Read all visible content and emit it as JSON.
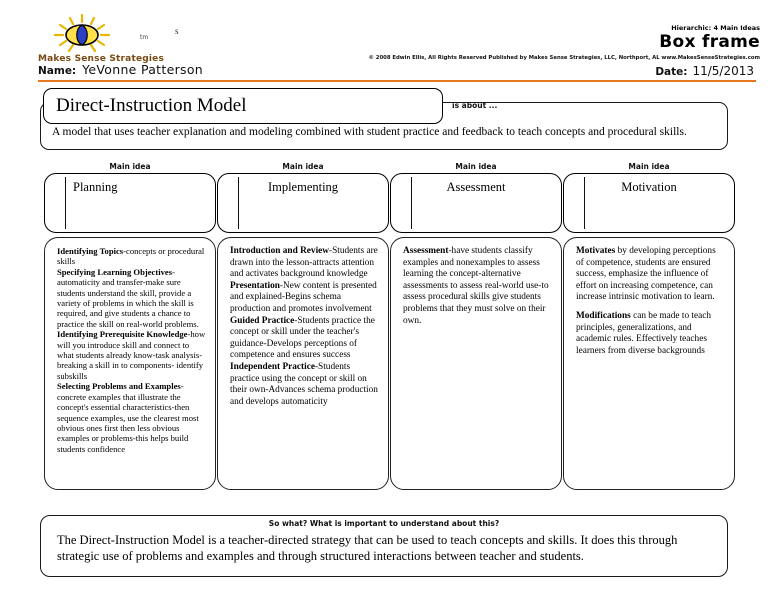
{
  "header": {
    "logo_name": "Makes Sense Strategies",
    "logo_tm": "tm",
    "logo_superscript": "s",
    "name_label": "Name:",
    "name_value": "YeVonne Patterson",
    "hierarchy_note": "Hierarchic: 4 Main Ideas",
    "frame_title": "Box frame",
    "copyright": "© 2008 Edwin Ellis, All Rights Reserved   Published by Makes Sense Strategies, LLC, Northport, AL   www.MakesSenseStrategies.com",
    "date_label": "Date:",
    "date_value": "11/5/2013",
    "rule_color": "#E87722"
  },
  "topic": {
    "title": "Direct-Instruction Model",
    "is_about_label": "is about ...",
    "is_about_text": "A model that uses teacher explanation and modeling combined with student practice and feedback to teach concepts and procedural skills."
  },
  "columns": [
    {
      "main_idea_label": "Main idea",
      "title": "Planning",
      "details": [
        {
          "heading": "Identifying Topics",
          "text": "-concepts or procedural skills"
        },
        {
          "heading": "Specifying Learning Objectives",
          "text": "-automaticity and transfer-make sure students understand the skill, provide a variety of problems in which the skill is required, and give students a chance to practice the skill on real-world problems."
        },
        {
          "heading": "Identifying Prerequisite Knowledge",
          "text": "-how will you introduce skill and connect to what students already know-task analysis-breaking a skill in to components- identify subskills"
        },
        {
          "heading": "Selecting Problems and Examples",
          "text": "-concrete examples that illustrate the concept's essential characteristics-then sequence examples, use the clearest most obvious ones first then less obvious examples or problems-this helps build students confidence"
        }
      ]
    },
    {
      "main_idea_label": "Main idea",
      "title": "Implementing",
      "details": [
        {
          "heading": "Introduction and Review",
          "text": "-Students are drawn into the lesson-attracts attention and activates background knowledge"
        },
        {
          "heading": "Presentation",
          "text": "-New content is presented and explained-Begins schema production and promotes involvement"
        },
        {
          "heading": "Guided Practice",
          "text": "-Students practice the concept or skill under the teacher's guidance-Develops perceptions of competence and ensures success"
        },
        {
          "heading": "Independent Practice",
          "text": "-Students practice using the concept or skill on their own-Advances schema production and develops automaticity"
        }
      ]
    },
    {
      "main_idea_label": "Main idea",
      "title": "Assessment",
      "details": [
        {
          "heading": "Assessment",
          "text": "-have students classify examples and nonexamples to assess learning the concept-alternative assessments to assess real-world use-to assess procedural skills give students problems that they must solve on their own."
        }
      ]
    },
    {
      "main_idea_label": "Main idea",
      "title": "Motivation",
      "details": [
        {
          "heading": "Motivates",
          "text": " by developing perceptions of competence, students are ensured success, emphasize the influence of effort on increasing competence, can increase intrinsic motivation to learn."
        },
        {
          "heading": "Modifications",
          "text": " can be made to teach principles, generalizations, and academic rules. Effectively teaches learners from diverse backgrounds",
          "gap_before": true
        }
      ]
    }
  ],
  "so_what": {
    "label": "So what? What is important to understand about this?",
    "text": "The Direct-Instruction Model is a teacher-directed strategy that can be used to teach concepts and skills. It does this through strategic use of problems and examples and through structured interactions between teacher and students."
  }
}
